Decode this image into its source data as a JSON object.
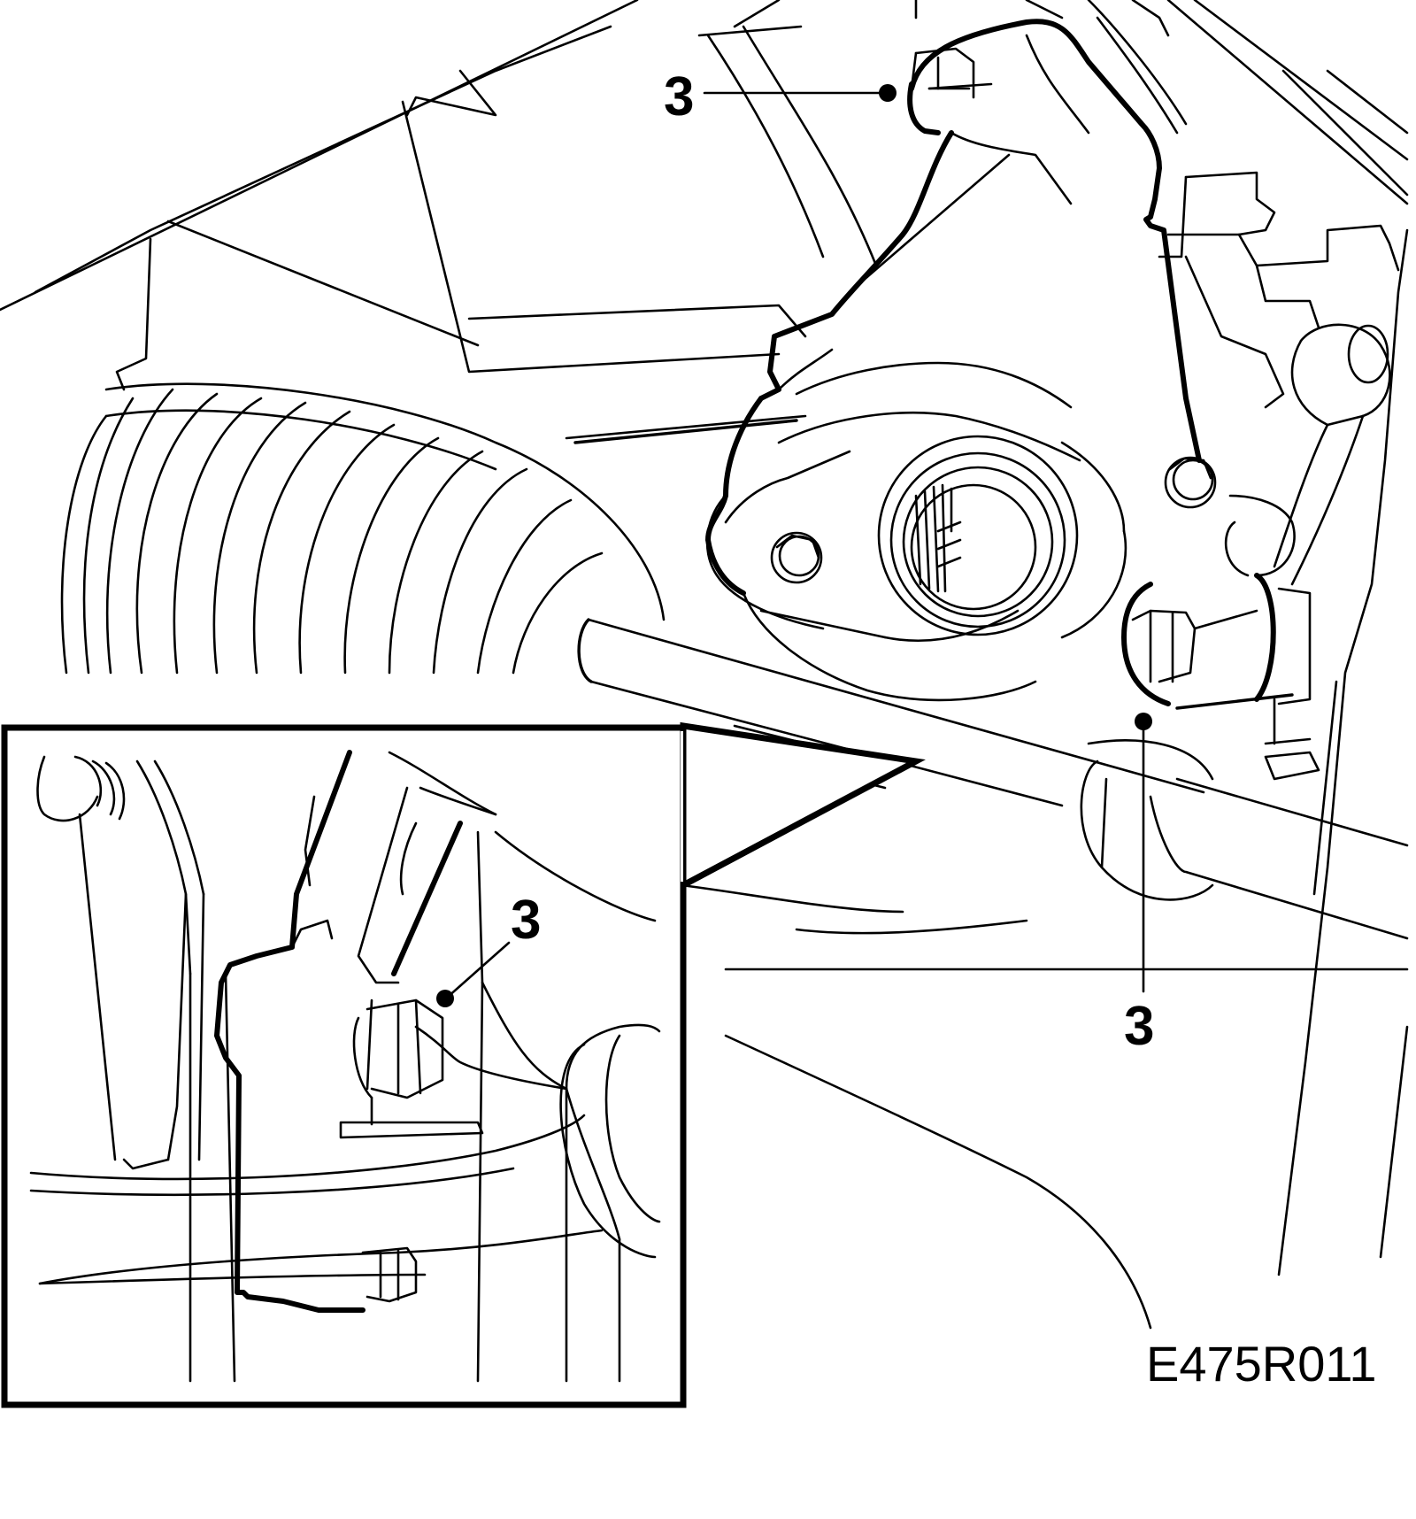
{
  "diagram": {
    "figure_code": "E475R011",
    "callouts": [
      {
        "id": "top",
        "label": "3"
      },
      {
        "id": "bottom",
        "label": "3"
      },
      {
        "id": "inset",
        "label": "3"
      }
    ]
  }
}
